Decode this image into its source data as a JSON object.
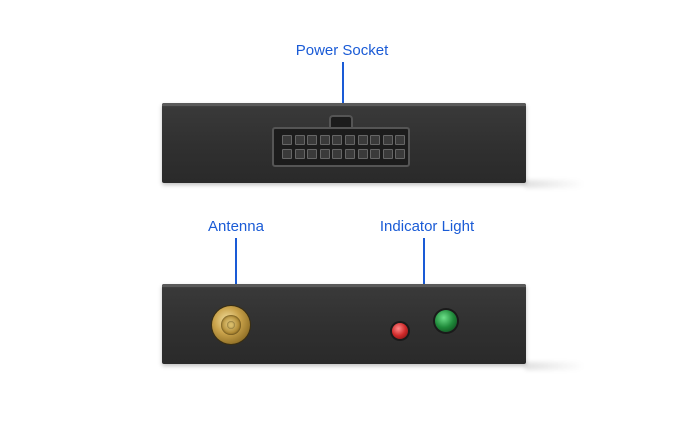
{
  "labels": {
    "power_socket": "Power Socket",
    "antenna": "Antenna",
    "indicator_light": "Indicator Light"
  },
  "colors": {
    "callout": "#1a5bd6",
    "device_body": "#2f2f2f",
    "antenna_gold": "#c9a24a",
    "led_red": "#d02a2a",
    "led_green": "#1f8a3a"
  },
  "icons": [
    "power-socket-icon",
    "antenna-connector-icon",
    "red-led-icon",
    "green-led-icon"
  ]
}
